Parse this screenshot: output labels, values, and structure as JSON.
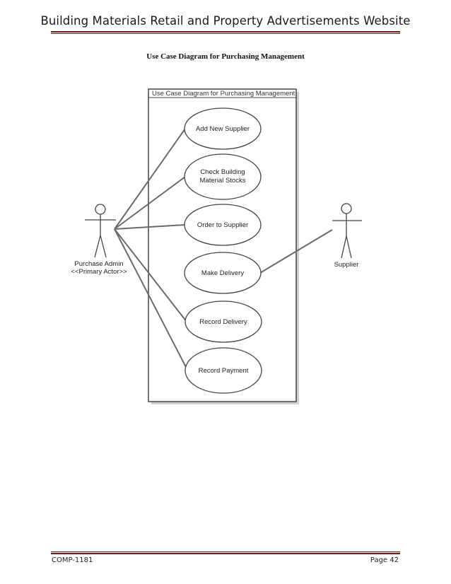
{
  "header": {
    "title": "Building Materials Retail and Property Advertisements Website"
  },
  "caption": "Use Case Diagram for Purchasing Management",
  "diagram": {
    "system_boundary_label": "Use Case Diagram for Purchasing Management",
    "actors": [
      {
        "name": "Purchase Admin",
        "stereotype": "<<Primary Actor>>"
      },
      {
        "name": "Supplier"
      }
    ],
    "use_cases": [
      {
        "lines": [
          "Add New Supplier"
        ]
      },
      {
        "lines": [
          "Check Building",
          "Material Stocks"
        ]
      },
      {
        "lines": [
          "Order to Supplier"
        ]
      },
      {
        "lines": [
          "Make Delivery"
        ]
      },
      {
        "lines": [
          "Record Delivery"
        ]
      },
      {
        "lines": [
          "Record Payment"
        ]
      }
    ]
  },
  "footer": {
    "left": "COMP-1181",
    "right": "Page 42"
  }
}
